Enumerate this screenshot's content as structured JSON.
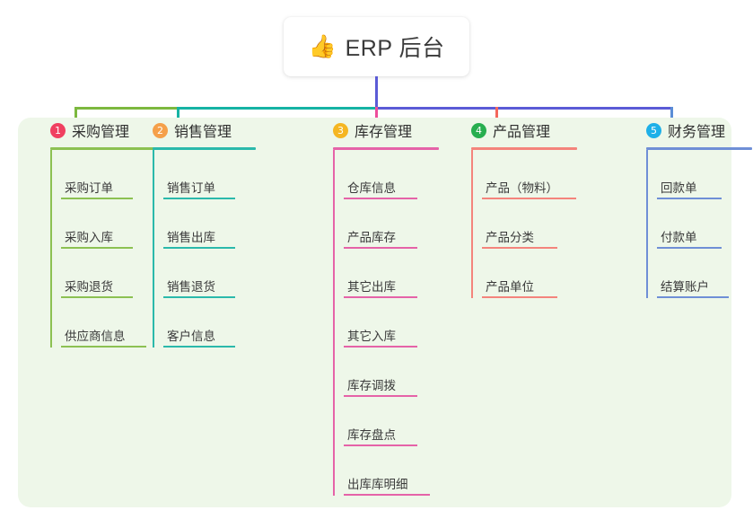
{
  "root": {
    "icon": "thumbs-up-icon",
    "emoji": "👍",
    "title": "ERP 后台"
  },
  "panel": {
    "background_color": "#eef7e9"
  },
  "connectors": {
    "stem_color": "#5b5bd6",
    "bus_left_color": "#7cb83f",
    "bus_mid_color": "#16b3a4",
    "bus_right_color": "#5b5bd6",
    "drops": [
      "#7cb83f",
      "#16b3a4",
      "#ee4d9b",
      "#f4675c",
      "#5b8dd6"
    ]
  },
  "columns": [
    {
      "number": "1",
      "title": "采购管理",
      "badge_color": "#f04060",
      "line_color": "#8cc152",
      "rule_width": 120,
      "items": [
        {
          "label": "采购订单",
          "rule_width": 80
        },
        {
          "label": "采购入库",
          "rule_width": 80
        },
        {
          "label": "采购退货",
          "rule_width": 80
        },
        {
          "label": "供应商信息",
          "rule_width": 95
        }
      ]
    },
    {
      "number": "2",
      "title": "销售管理",
      "badge_color": "#f5a04a",
      "line_color": "#2bb9ab",
      "rule_width": 115,
      "items": [
        {
          "label": "销售订单",
          "rule_width": 80
        },
        {
          "label": "销售出库",
          "rule_width": 80
        },
        {
          "label": "销售退货",
          "rule_width": 80
        },
        {
          "label": "客户信息",
          "rule_width": 80
        }
      ]
    },
    {
      "number": "3",
      "title": "库存管理",
      "badge_color": "#f5b622",
      "line_color": "#e563a8",
      "rule_width": 118,
      "items": [
        {
          "label": "仓库信息",
          "rule_width": 82
        },
        {
          "label": "产品库存",
          "rule_width": 82
        },
        {
          "label": "其它出库",
          "rule_width": 82
        },
        {
          "label": "其它入库",
          "rule_width": 82
        },
        {
          "label": "库存调拨",
          "rule_width": 82
        },
        {
          "label": "库存盘点",
          "rule_width": 82
        },
        {
          "label": "出库库明细",
          "rule_width": 96
        }
      ]
    },
    {
      "number": "4",
      "title": "产品管理",
      "badge_color": "#27ae4f",
      "line_color": "#f4847c",
      "rule_width": 118,
      "items": [
        {
          "label": "产品（物料）",
          "rule_width": 105
        },
        {
          "label": "产品分类",
          "rule_width": 84
        },
        {
          "label": "产品单位",
          "rule_width": 84
        }
      ]
    },
    {
      "number": "5",
      "title": "财务管理",
      "badge_color": "#1eb0e8",
      "line_color": "#6f8fd6",
      "rule_width": 118,
      "items": [
        {
          "label": "回款单",
          "rule_width": 72
        },
        {
          "label": "付款单",
          "rule_width": 72
        },
        {
          "label": "结算账户",
          "rule_width": 80
        }
      ]
    }
  ]
}
